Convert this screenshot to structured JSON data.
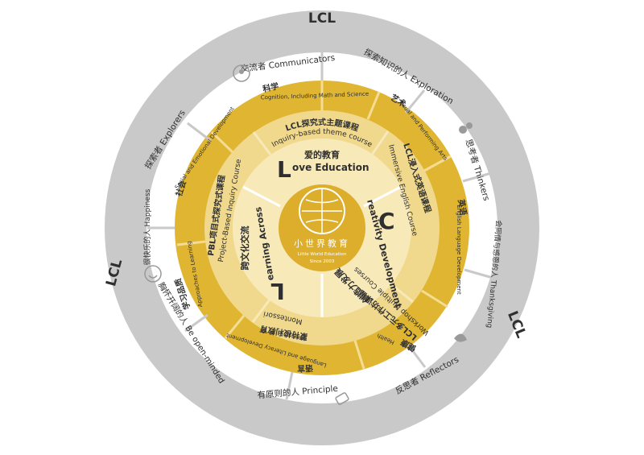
{
  "outer_ring": {
    "top_label": "LCL",
    "left_label": "LCL",
    "right_label": "LCL"
  },
  "profile_ring": {
    "communicators": "交流者 Communicators",
    "exploration": "探索知识的人 Exploration",
    "explorers": "探索者 Explorers",
    "thinkers": "思考者 Thinkers",
    "happiness": "很快乐的人 Happiness",
    "thanksgiving": "会同情与感恩的人 Thanksgiving",
    "open_minded": "胸怀开阔的人 Be open-minded",
    "reflectors": "反思者 Reflectors",
    "principle": "有原则的人 Principle"
  },
  "domains_ring": {
    "science_cn": "科学",
    "science_en": "Cognition, Including Math and Science",
    "arts_cn": "艺术",
    "arts_en": "Visual and Performing Arts",
    "social_cn": "社会",
    "social_en": "Social and Emotional Development",
    "english_cn": "英语",
    "english_en": "English Language Development",
    "learning_cn": "学习品质",
    "learning_en": "Approaches to Learning",
    "health_cn": "健康",
    "health_en": "Health",
    "language_cn": "语言",
    "language_en": "Language and Literacy Development"
  },
  "courses_ring": {
    "inquiry_cn": "LCL探究式主题课程",
    "inquiry_en": "Inquiry-based theme course",
    "immersive_cn": "LCL浸入式英语课程",
    "immersive_en": "Immersive English Course",
    "pbl_cn": "PBL项目式探究式课程",
    "pbl_en": "Project-Based Inquiry Course",
    "workshop_cn": "LCL多元工作坊课程",
    "workshop_en": "Workshop Multiple Courses",
    "montessori_cn": "蒙特梭利教育",
    "montessori_en": "Montessori"
  },
  "core_ring": {
    "love_cn": "爱的教育",
    "love_letter": "L",
    "love_en": "ove Education",
    "learning_cn": "跨文化交流",
    "learning_letter": "L",
    "learning_en": "earning Across",
    "creativity_cn": "创造力发展",
    "creativity_letter": "C",
    "creativity_en": "reativity Development"
  },
  "center": {
    "school_cn": "小世界教育",
    "school_en": "Little World Education",
    "since": "Since 2003"
  },
  "colors": {
    "outer_gray": "#c9c9c9",
    "profile_white": "#ffffff",
    "domain_gold": "#e0b531",
    "course_light": "#f0d88d",
    "core_pale": "#f8e9b9",
    "center_gold": "#dcae2c",
    "text_dark": "#2f2f2f"
  }
}
